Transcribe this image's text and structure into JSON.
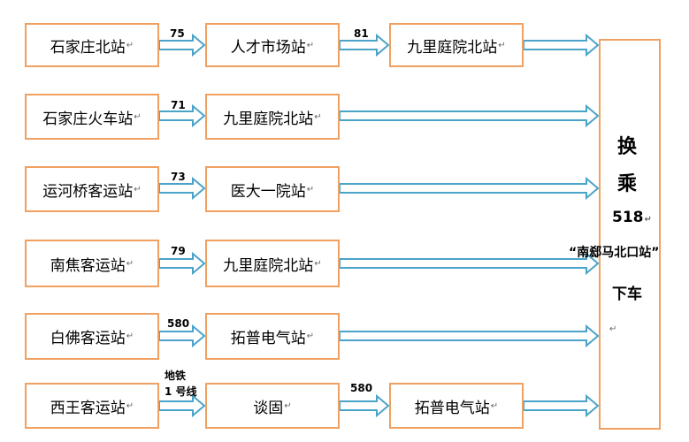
{
  "rows": [
    {
      "start": "石家庄北站",
      "seg1": {
        "label": "75",
        "dest": "人才市场站"
      },
      "seg2": {
        "label": "81",
        "dest": "九里庭院北站"
      }
    },
    {
      "start": "石家庄火车站",
      "seg1": {
        "label": "71",
        "dest": "九里庭院北站"
      }
    },
    {
      "start": "运河桥客运站",
      "seg1": {
        "label": "73",
        "dest": "医大一院站"
      }
    },
    {
      "start": "南焦客运站",
      "seg1": {
        "label": "79",
        "dest": "九里庭院北站"
      }
    },
    {
      "start": "白佛客运站",
      "seg1": {
        "label": "580",
        "dest": "拓普电气站"
      }
    },
    {
      "start": "西王客运站",
      "seg1": {
        "label_line1": "地铁",
        "label_line2": "1 号线",
        "dest": "谈固"
      },
      "seg2": {
        "label": "580",
        "dest": "拓普电气站"
      }
    }
  ],
  "transfer": {
    "line1": "换",
    "line2": "乘",
    "route": "518",
    "stop": "“南郄马北口站”",
    "action": "下车"
  },
  "colors": {
    "box_border": "#f0a060",
    "arrow_border": "#4aa3c8",
    "arrow_fill": "#ffffff"
  }
}
